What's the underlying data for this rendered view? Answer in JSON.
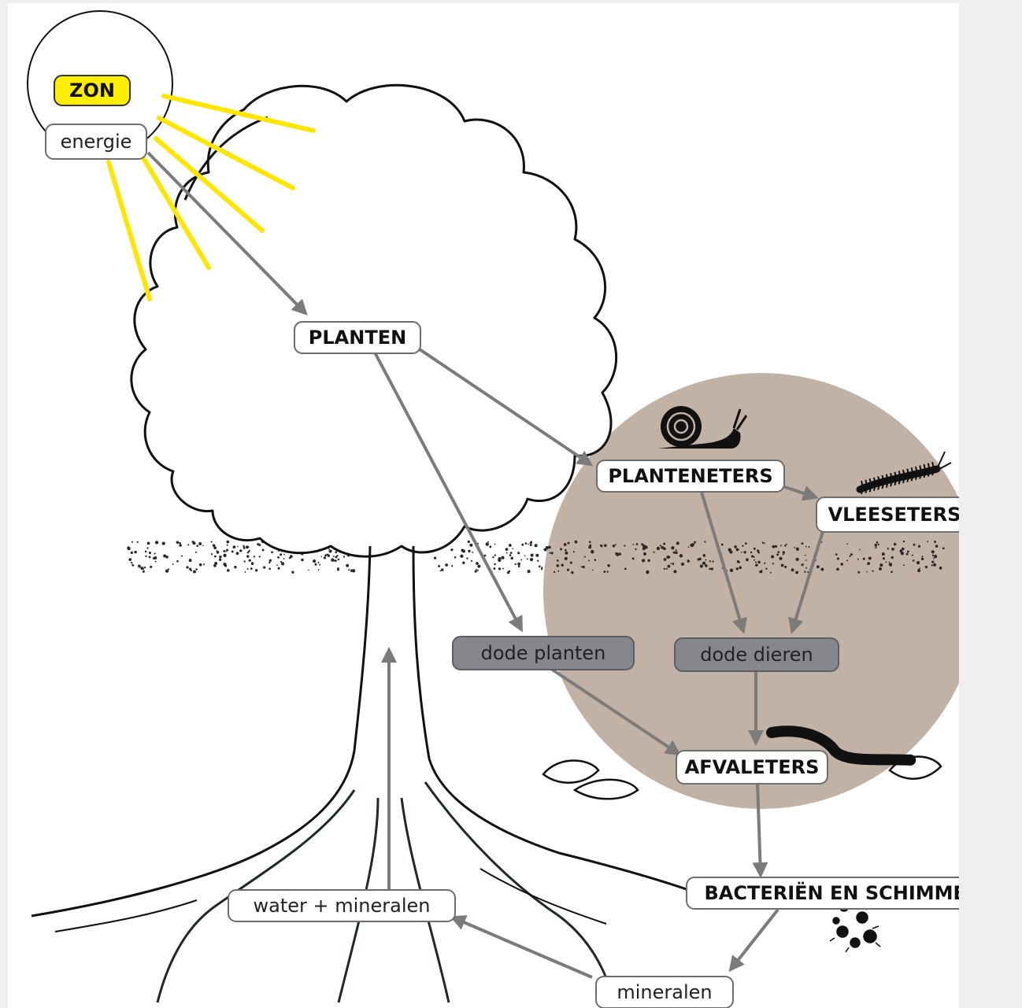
{
  "nodes": {
    "zon": "ZON",
    "energie": "energie",
    "planten": "PLANTEN",
    "planteneters": "PLANTENETERS",
    "vleeseters": "VLEESETERS",
    "dode_planten": "dode planten",
    "dode_dieren": "dode dieren",
    "afvaleters": "AFVALETERS",
    "bacterien": "BACTERIËN EN SCHIMMELS",
    "water_mineralen": "water + mineralen",
    "mineralen": "mineralen"
  },
  "colors": {
    "sun_label": "#ffee00",
    "sun_rays": "#ffe600",
    "arrow": "#7b7b7b",
    "animal_circle": "#c2b1a5",
    "dead_matter_box": "#85878c"
  },
  "icons": [
    "sun-icon",
    "tree-illustration",
    "snail-icon",
    "centipede-icon",
    "worm-icon",
    "bacteria-icon",
    "leaf-icon"
  ]
}
